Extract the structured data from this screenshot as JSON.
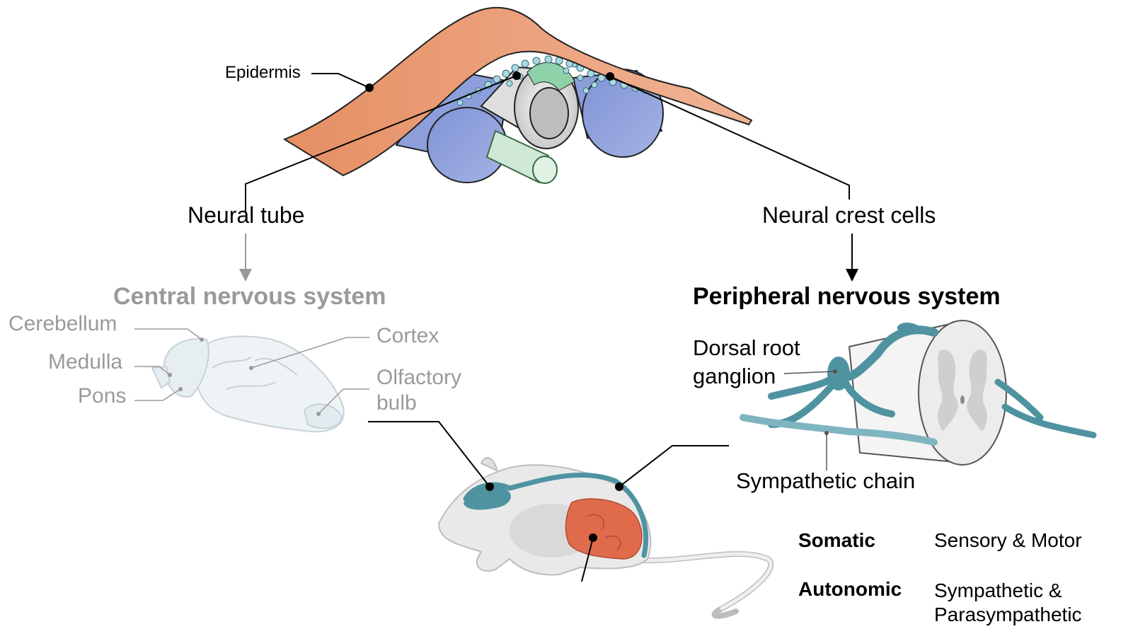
{
  "labels": {
    "epidermis": "Epidermis",
    "neural_tube": "Neural tube",
    "neural_crest": "Neural crest cells",
    "cns_title": "Central nervous system",
    "pns_title": "Peripheral nervous system",
    "cerebellum": "Cerebellum",
    "medulla": "Medulla",
    "pons": "Pons",
    "cortex": "Cortex",
    "olfactory_line1": "Olfactory",
    "olfactory_line2": "bulb",
    "drg_line1": "Dorsal root",
    "drg_line2": "ganglion",
    "sympathetic_chain": "Sympathetic chain"
  },
  "divisions": [
    {
      "name": "Somatic",
      "desc_line1": "Sensory & Motor",
      "desc_line2": ""
    },
    {
      "name": "Autonomic",
      "desc_line1": "Sympathetic &",
      "desc_line2": "Parasympathetic"
    }
  ],
  "colors": {
    "epidermis": "#e8a07a",
    "somite": "#97a8dc",
    "notochord": "#cfe9d6",
    "neural_tube": "#e6e6e6",
    "neural_crest": "#a9d8df",
    "peripheral_nerve": "#4f93a1",
    "brain_fill": "#eef3f5",
    "mouse_body": "#e9e9e9",
    "organ": "#e06a4c",
    "cns_text": "#9a9a9a",
    "pns_text": "#000000"
  }
}
